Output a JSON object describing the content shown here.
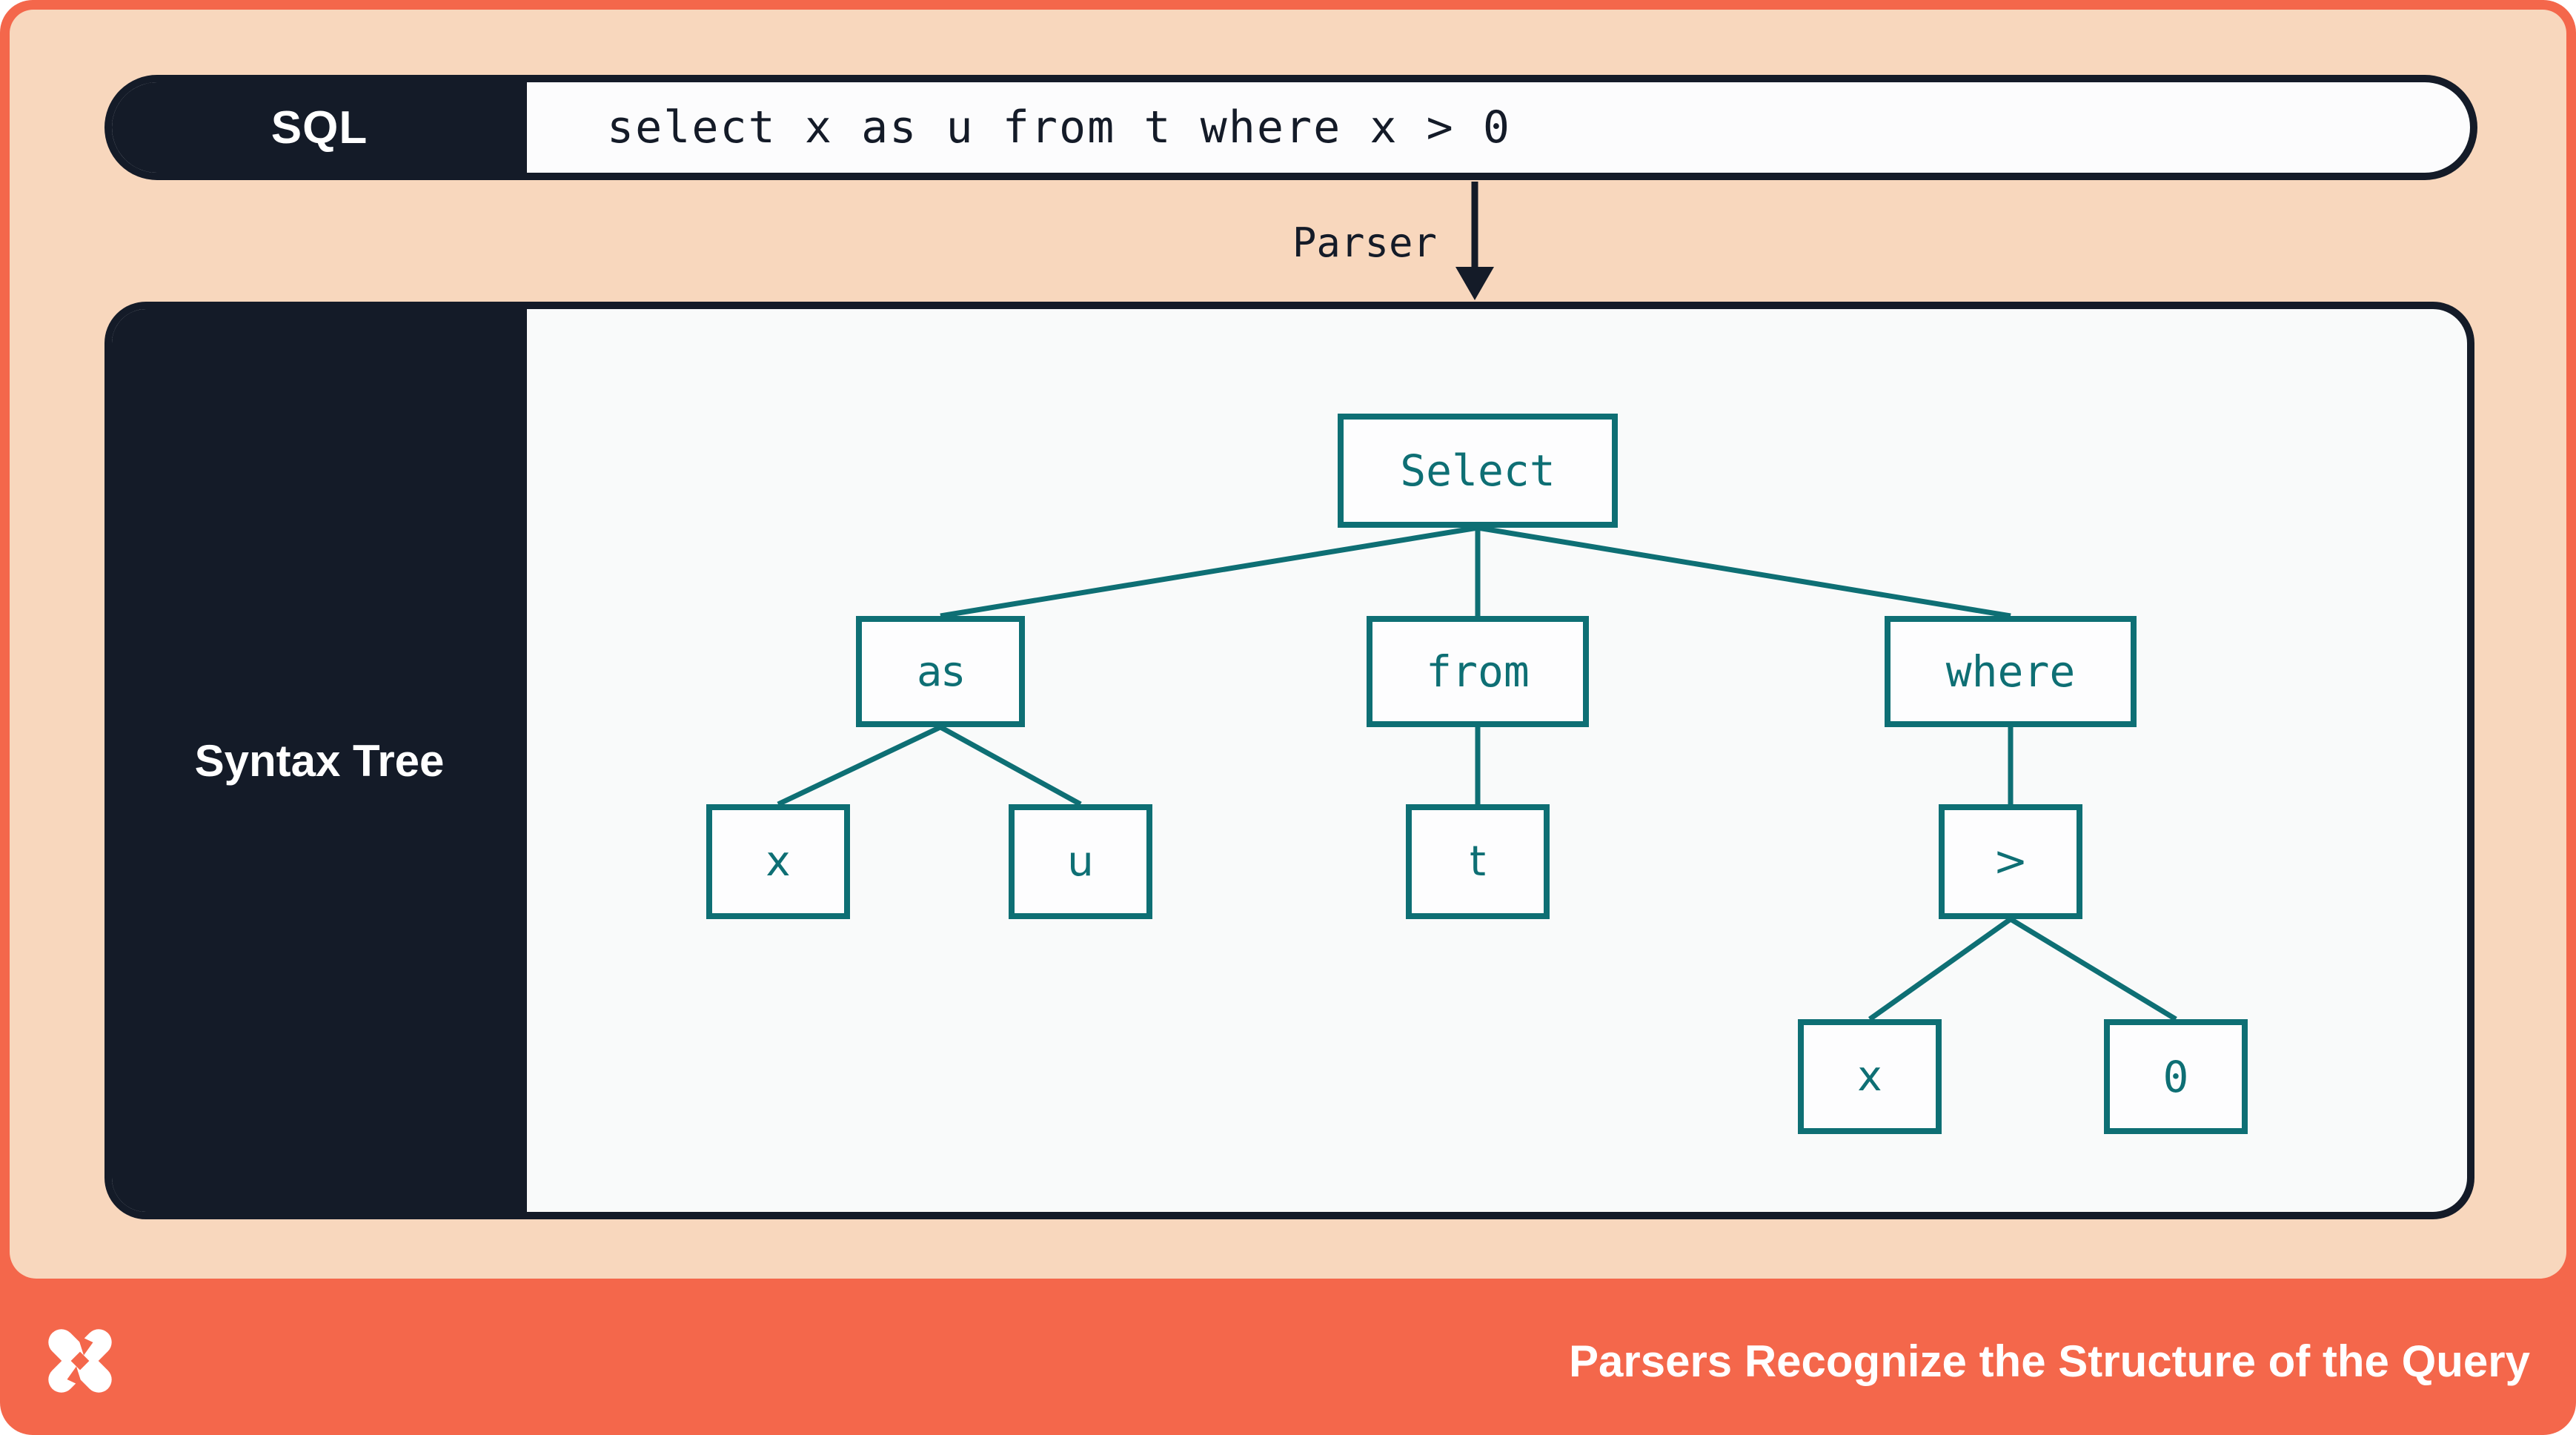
{
  "sql_bar": {
    "label": "SQL",
    "code": "select x as u from t where x > 0"
  },
  "parser": {
    "label": "Parser"
  },
  "tree_panel": {
    "label": "Syntax Tree"
  },
  "tree": {
    "nodes": [
      {
        "id": "select",
        "label": "Select"
      },
      {
        "id": "as",
        "label": "as"
      },
      {
        "id": "from",
        "label": "from"
      },
      {
        "id": "where",
        "label": "where"
      },
      {
        "id": "x1",
        "label": "x"
      },
      {
        "id": "u",
        "label": "u"
      },
      {
        "id": "t",
        "label": "t"
      },
      {
        "id": "gt",
        "label": ">"
      },
      {
        "id": "x2",
        "label": "x"
      },
      {
        "id": "zero",
        "label": "0"
      }
    ],
    "edges": [
      [
        "select",
        "as"
      ],
      [
        "select",
        "from"
      ],
      [
        "select",
        "where"
      ],
      [
        "as",
        "x1"
      ],
      [
        "as",
        "u"
      ],
      [
        "from",
        "t"
      ],
      [
        "where",
        "gt"
      ],
      [
        "gt",
        "x2"
      ],
      [
        "gt",
        "zero"
      ]
    ]
  },
  "footer": {
    "title": "Parsers Recognize the Structure of the Query"
  },
  "colors": {
    "coral": "#F4674B",
    "peach": "#F8D7BD",
    "navy": "#141B28",
    "teal": "#0E6F74",
    "panel_white": "#F9FAFA",
    "node_white": "#FDFDFE",
    "text_white": "#FFFFFF"
  }
}
